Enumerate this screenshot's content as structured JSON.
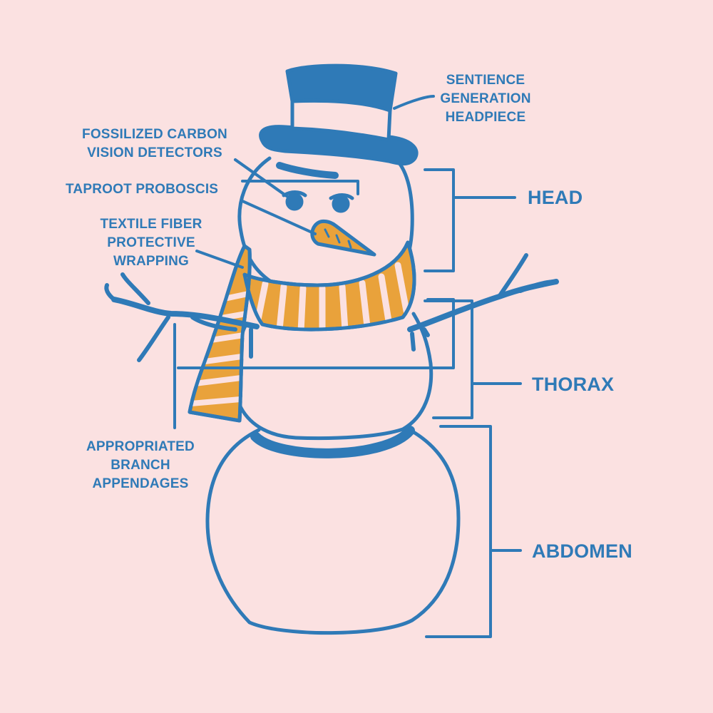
{
  "colors": {
    "background": "#fbe1e1",
    "line": "#2f7ab7",
    "hat_fill": "#2f7ab7",
    "accent": "#e9a23b"
  },
  "labels": {
    "headpiece": [
      "SENTIENCE",
      "GENERATION",
      "HEADPIECE"
    ],
    "eyes": [
      "FOSSILIZED CARBON",
      "VISION DETECTORS"
    ],
    "nose": [
      "TAPROOT PROBOSCIS"
    ],
    "scarf": [
      "TEXTILE FIBER",
      "PROTECTIVE",
      "WRAPPING"
    ],
    "arms": [
      "APPROPRIATED",
      "BRANCH",
      "APPENDAGES"
    ],
    "head": "HEAD",
    "thorax": "THORAX",
    "abdomen": "ABDOMEN"
  }
}
